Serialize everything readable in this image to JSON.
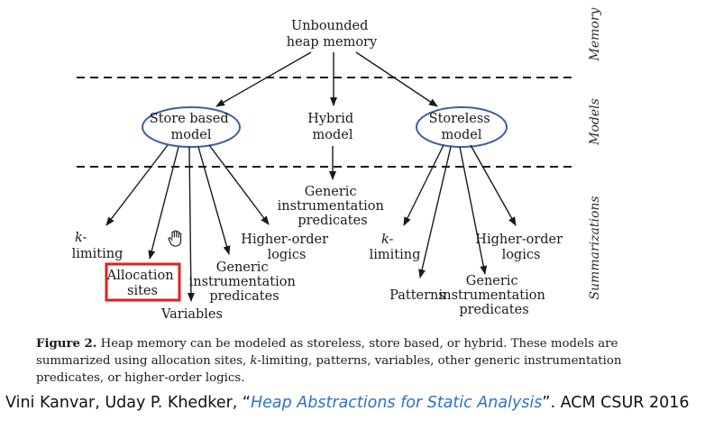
{
  "diagram": {
    "root": [
      "Unbounded",
      "heap memory"
    ],
    "models": {
      "store_based": [
        "Store based",
        "model"
      ],
      "hybrid": [
        "Hybrid",
        "model"
      ],
      "storeless": [
        "Storeless",
        "model"
      ]
    },
    "hybrid_child": [
      "Generic",
      "instrumentation",
      "predicates"
    ],
    "store_based_children": {
      "k_limiting": [
        "k-",
        "limiting"
      ],
      "allocation_sites": [
        "Allocation",
        "sites"
      ],
      "variables": [
        "Variables"
      ],
      "generic_instrumentation": [
        "Generic",
        "instrumentation",
        "predicates"
      ],
      "higher_order": [
        "Higher-order",
        "logics"
      ]
    },
    "storeless_children": {
      "k_limiting": [
        "k-",
        "limiting"
      ],
      "patterns": [
        "Patterns"
      ],
      "generic_instrumentation": [
        "Generic",
        "instrumentation",
        "predicates"
      ],
      "higher_order": [
        "Higher-order",
        "logics"
      ]
    },
    "side_labels": {
      "memory": "Memory",
      "models": "Models",
      "summarizations": "Summarizations"
    },
    "highlight_color": "#e02020",
    "ellipse_color": "#3f5f9f"
  },
  "caption": {
    "label": "Figure 2.",
    "text_before_k": " Heap memory can be modeled as storeless, store based, or hybrid. These models are summarized using allocation sites, ",
    "k": "k",
    "text_after_k": "-limiting, patterns, variables, other generic instrumentation predicates, or higher-order logics."
  },
  "citation": {
    "authors": "Vini Kanvar, Uday P. Khedker, “",
    "title": "Heap Abstractions for Static Analysis",
    "venue": "”. ACM CSUR 2016"
  }
}
